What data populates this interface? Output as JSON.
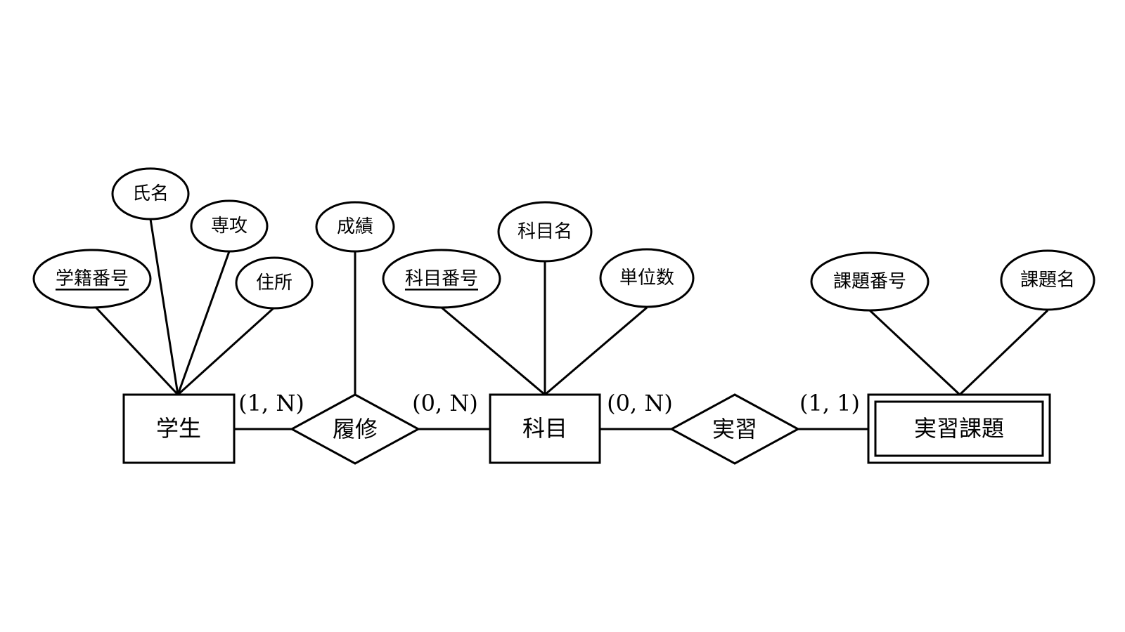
{
  "entities": {
    "student": "学生",
    "subject": "科目",
    "assignment": "実習課題"
  },
  "relationships": {
    "enroll": "履修",
    "practice": "実習"
  },
  "attributes": {
    "student_id": "学籍番号",
    "student_name": "氏名",
    "major": "専攻",
    "address": "住所",
    "grade": "成績",
    "subject_id": "科目番号",
    "subject_name": "科目名",
    "credits": "単位数",
    "assignment_id": "課題番号",
    "assignment_name": "課題名"
  },
  "cardinalities": {
    "student_enroll": "(1, N)",
    "enroll_subject": "(0, N)",
    "subject_practice": "(0, N)",
    "practice_assignment": "(1, 1)"
  }
}
